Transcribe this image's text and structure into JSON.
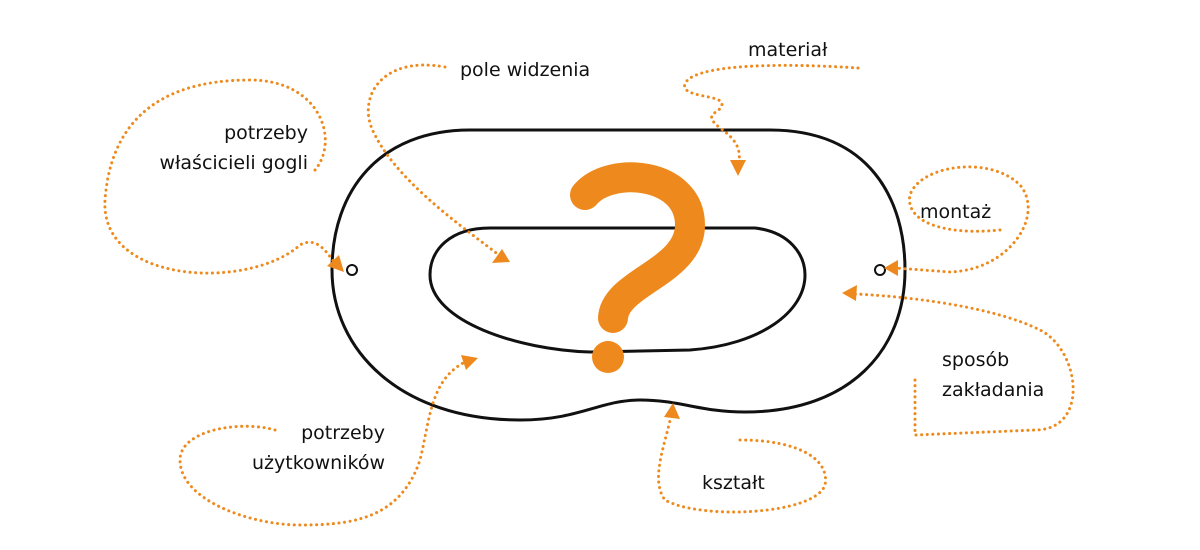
{
  "diagram": {
    "center_symbol": "?",
    "colors": {
      "accent": "#ee8a1d",
      "outline": "#111111"
    },
    "labels": {
      "field_of_view": "pole widzenia",
      "material": "materiał",
      "owners_needs_line1": "potrzeby",
      "owners_needs_line2": "właścicieli gogli",
      "mounting": "montaż",
      "wearing_method_line1": "sposób",
      "wearing_method_line2": "zakładania",
      "users_needs_line1": "potrzeby",
      "users_needs_line2": "użytkowników",
      "shape": "kształt"
    }
  }
}
